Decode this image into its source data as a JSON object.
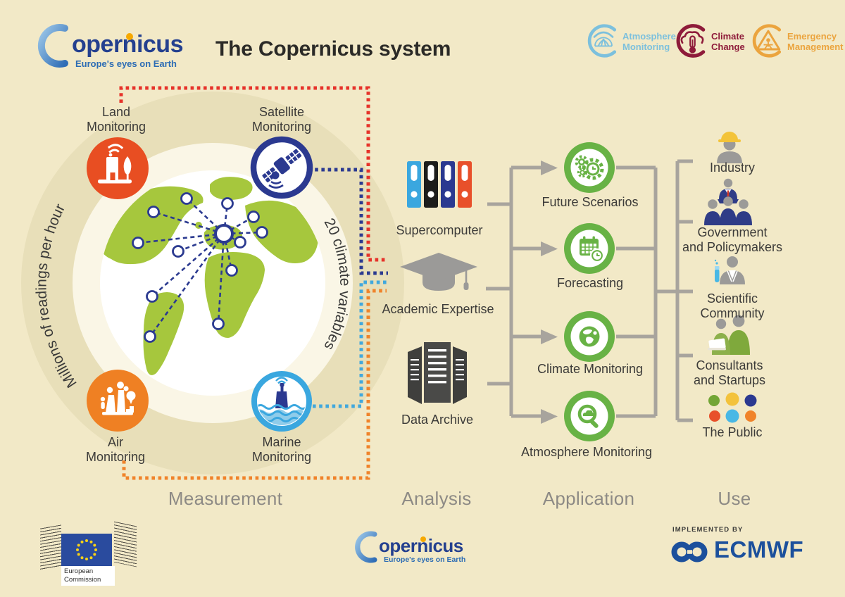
{
  "title": "The Copernicus system",
  "brand": {
    "wordmark": "opernicus",
    "tagline": "Europe's eyes on Earth"
  },
  "services": [
    {
      "id": "atmosphere-monitoring",
      "line1": "Atmosphere",
      "line2": "Monitoring",
      "color": "#7cc0dd"
    },
    {
      "id": "climate-change",
      "line1": "Climate",
      "line2": "Change",
      "color": "#8e1b3a"
    },
    {
      "id": "emergency-management",
      "line1": "Emergency",
      "line2": "Management",
      "color": "#eba43e"
    }
  ],
  "measurement": {
    "section": "Measurement",
    "ring_left": "Millions of readings per hour",
    "ring_right": "20 climate variables",
    "land": {
      "line1": "Land",
      "line2": "Monitoring",
      "color": "#e84e22"
    },
    "satellite": {
      "line1": "Satellite",
      "line2": "Monitoring",
      "color": "#2b3990"
    },
    "air": {
      "line1": "Air",
      "line2": "Monitoring",
      "color": "#ef8023"
    },
    "marine": {
      "line1": "Marine",
      "line2": "Monitoring",
      "color": "#3aa7df"
    }
  },
  "analysis": {
    "section": "Analysis",
    "items": [
      {
        "label": "Supercomputer"
      },
      {
        "label": "Academic Expertise"
      },
      {
        "label": "Data Archive"
      }
    ]
  },
  "application": {
    "section": "Application",
    "items": [
      {
        "label": "Future Scenarios"
      },
      {
        "label": "Forecasting"
      },
      {
        "label": "Climate Monitoring"
      },
      {
        "label": "Atmosphere Monitoring"
      }
    ]
  },
  "use": {
    "section": "Use",
    "items": [
      {
        "label": "Industry"
      },
      {
        "line1": "Government",
        "line2": "and Policymakers"
      },
      {
        "line1": "Scientific",
        "line2": "Community"
      },
      {
        "line1": "Consultants",
        "line2": "and Startups"
      },
      {
        "label": "The Public"
      }
    ]
  },
  "footer": {
    "ec_line1": "European",
    "ec_line2": "Commission",
    "implemented_by": "IMPLEMENTED BY",
    "ecmwf": "ECMWF"
  },
  "colors": {
    "background": "#f2e9c7",
    "ring_band": "#e8dfb9",
    "land_green": "#a6c73d",
    "network_navy": "#2b3a90",
    "route_red": "#e6332a",
    "route_orange": "#f0832a",
    "route_lightblue": "#41a8dd",
    "app_green": "#68b245",
    "connector_gray": "#a8a49d",
    "ecmwf_blue": "#1c509c"
  }
}
